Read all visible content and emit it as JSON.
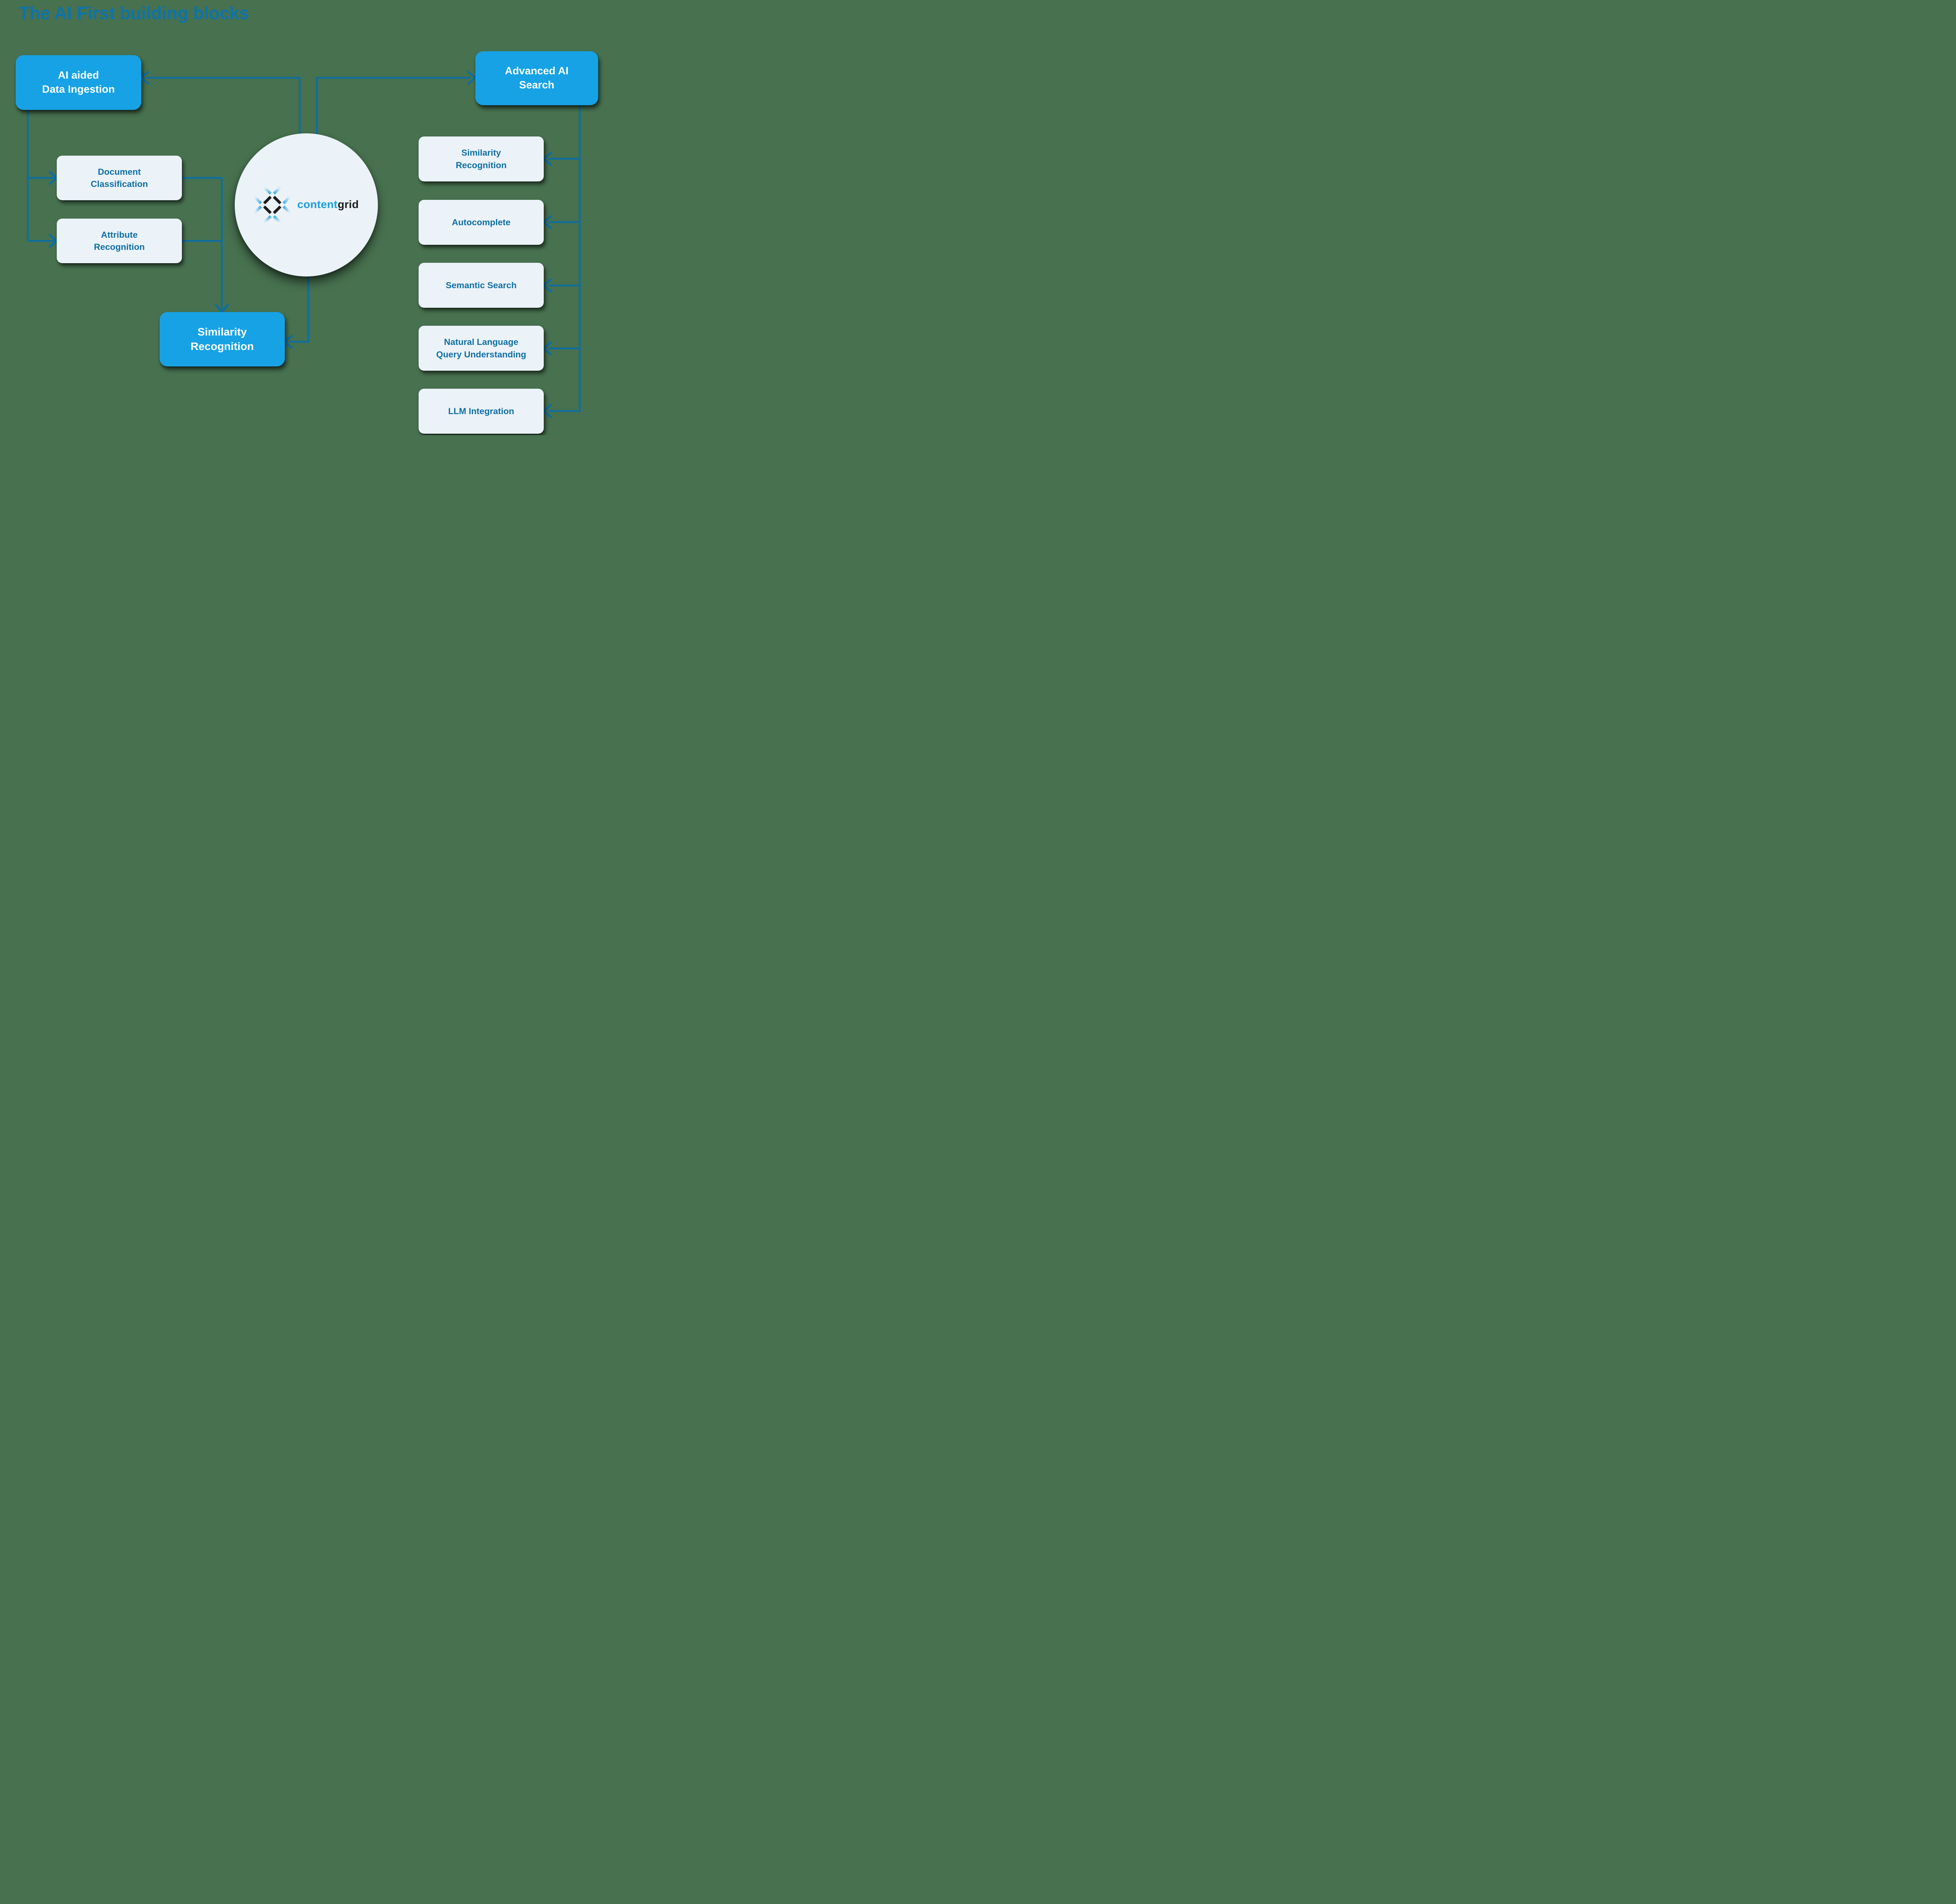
{
  "title": "The AI First building blocks",
  "colors": {
    "background": "#47714F",
    "accent_blue": "#16A2E5",
    "line_blue": "#0D6EA1",
    "panel_fill": "#EBF2F8",
    "panel_text": "#0F6FA5",
    "title_blue": "#0E73A9",
    "logo_blue": "#1B9DE0",
    "logo_dark": "#1D1D1B",
    "box_text_white": "#FFFFFF"
  },
  "logo": {
    "part1": "content",
    "part2": "grid"
  },
  "nodes": {
    "ai_aided_data_ingestion": {
      "label": "AI aided\nData Ingestion"
    },
    "advanced_ai_search": {
      "label": "Advanced AI\nSearch"
    },
    "document_classification": {
      "label": "Document\nClassification"
    },
    "attribute_recognition": {
      "label": "Attribute\nRecognition"
    },
    "similarity_recognition_main": {
      "label": "Similarity\nRecognition"
    },
    "similarity_recognition_search": {
      "label": "Similarity\nRecognition"
    },
    "autocomplete": {
      "label": "Autocomplete"
    },
    "semantic_search": {
      "label": "Semantic Search"
    },
    "natural_language_query_understanding": {
      "label": "Natural Language\nQuery Understanding"
    },
    "llm_integration": {
      "label": "LLM Integration"
    }
  }
}
